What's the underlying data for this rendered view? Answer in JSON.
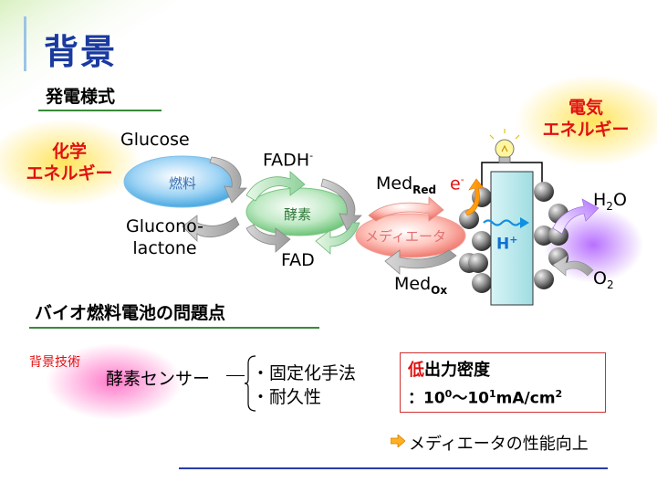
{
  "title": "背景",
  "section1": "発電様式",
  "chem_energy": [
    "化学",
    "エネルギー"
  ],
  "elec_energy": [
    "電気",
    "エネルギー"
  ],
  "glucose": "Glucose",
  "gluconolactone": [
    "Glucono-",
    "lactone"
  ],
  "fuel": "燃料",
  "fadh": "FADH",
  "fadh_sup": "-",
  "fad": "FAD",
  "enzyme": "酵素",
  "mediator": "メディエータ",
  "med_red": {
    "base": "Med",
    "sub": "Red"
  },
  "med_ox": {
    "base": "Med",
    "sub": "Ox"
  },
  "electron": {
    "base": "e",
    "sup": "-"
  },
  "proton": {
    "base": "H",
    "sup": "+"
  },
  "h2o": {
    "base": "H",
    "sub": "2",
    "tail": "O"
  },
  "o2": {
    "base": "O",
    "sub": "2"
  },
  "section2": "バイオ燃料電池の問題点",
  "bg_tech": "背景技術",
  "enzyme_sensor": "酵素センサー",
  "bullets": [
    "・固定化手法",
    "・耐久性"
  ],
  "output": {
    "low": "低",
    "rest": "出力密度",
    "value_prefix": "：10",
    "exp1": "0",
    "mid": "～10",
    "exp2": "1",
    "unit": "mA/cm",
    "exp3": "2"
  },
  "improvement": "メディエータの性能向上",
  "colors": {
    "title": "#1a3aa0",
    "red": "#e01010",
    "underline": "#3a8a3a",
    "bottom_line": "#2a3aa8",
    "output_border": "#d03030"
  }
}
